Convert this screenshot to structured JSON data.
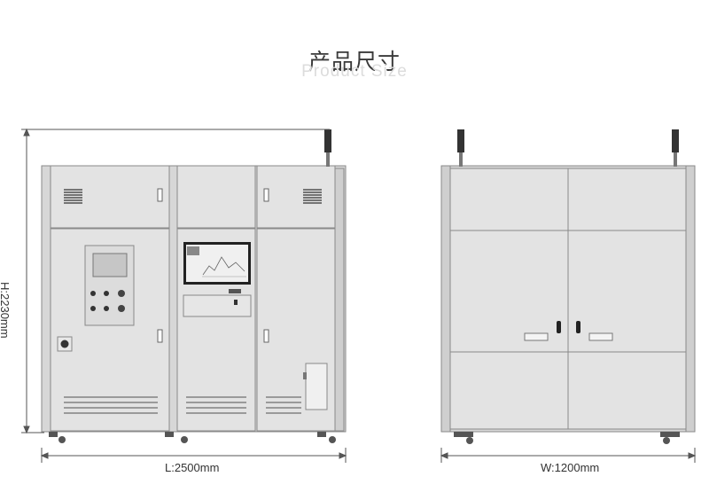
{
  "heading": {
    "title": "产品尺寸",
    "subtitle": "Product Size"
  },
  "dimensions": {
    "height": "H:2230mm",
    "length": "L:2500mm",
    "width": "W:1200mm"
  },
  "colors": {
    "cabinet_fill": "#e3e3e3",
    "cabinet_stroke": "#8a8a8a",
    "screen": "#222222",
    "dim_line": "#555555"
  }
}
